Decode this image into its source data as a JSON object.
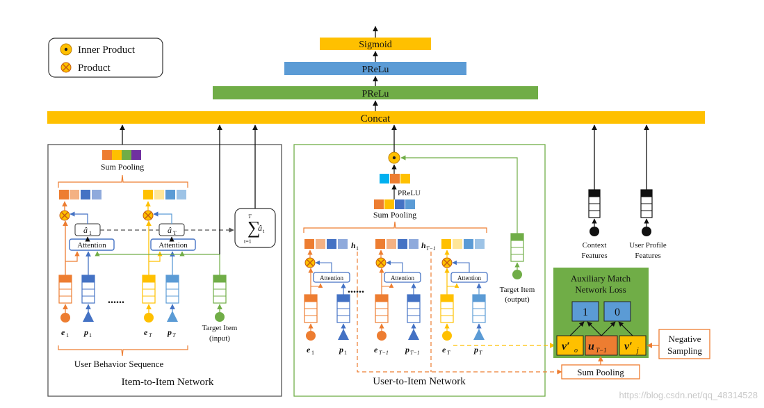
{
  "legend": {
    "inner_product": "Inner Product",
    "product": "Product"
  },
  "top": {
    "sigmoid": "Sigmoid",
    "prelu_blue": "PReLu",
    "prelu_green": "PReLu",
    "concat": "Concat"
  },
  "i2i": {
    "title": "Item-to-Item Network",
    "sum_pooling": "Sum Pooling",
    "attention": "Attention",
    "a1": "â",
    "a1_sub": "1",
    "aT": "â",
    "aT_sub": "T",
    "sum_upper": "T",
    "sum_lower": "t=1",
    "sum_term": "â",
    "sum_term_sub": "t",
    "dots": "......",
    "e1": "e",
    "e1_sub": "1",
    "p1": "p",
    "p1_sub": "1",
    "eT": "e",
    "eT_sub": "T",
    "pT": "p",
    "pT_sub": "T",
    "target_item_1": "Target Item",
    "target_item_2": "(input)",
    "user_behavior_sequence": "User Behavior Sequence"
  },
  "u2i": {
    "title": "User-to-Item Network",
    "prelu": "PReLU",
    "sum_pooling": "Sum Pooling",
    "attention": "Attention",
    "h1": "h",
    "h1_sub": "1",
    "hT1": "h",
    "hT1_sub": "T−1",
    "dots": "......",
    "e1": "e",
    "e1_sub": "1",
    "p1": "p",
    "p1_sub": "1",
    "eT1": "e",
    "eT1_sub": "T−1",
    "pT1": "p",
    "pT1_sub": "T−1",
    "eT": "e",
    "eT_sub": "T",
    "pT": "p",
    "pT_sub": "T",
    "target_item_1": "Target Item",
    "target_item_2": "(output)"
  },
  "features": {
    "context_1": "Context",
    "context_2": "Features",
    "profile_1": "User Profile",
    "profile_2": "Features"
  },
  "aux": {
    "title_1": "Auxiliary Match",
    "title_2": "Network Loss",
    "one": "1",
    "zero": "0",
    "vo": "v′",
    "vo_sub": "o",
    "u": "u",
    "u_sub": "T−1",
    "vj": "v′",
    "vj_sub": "j",
    "negative_1": "Negative",
    "negative_2": "Sampling",
    "sum_pooling": "Sum Pooling"
  },
  "watermark": "https://blog.csdn.net/qq_48314528",
  "colors": {
    "orange": "#ed7d31",
    "light_orange": "#f4b183",
    "yellow": "#ffc000",
    "light_yellow": "#ffe699",
    "blue": "#4472c4",
    "light_blue": "#8faadc",
    "green": "#70ad47",
    "light_green": "#a9d18e",
    "sky": "#5b9bd5",
    "purple": "#7030a0",
    "cyan": "#00b0f0"
  }
}
